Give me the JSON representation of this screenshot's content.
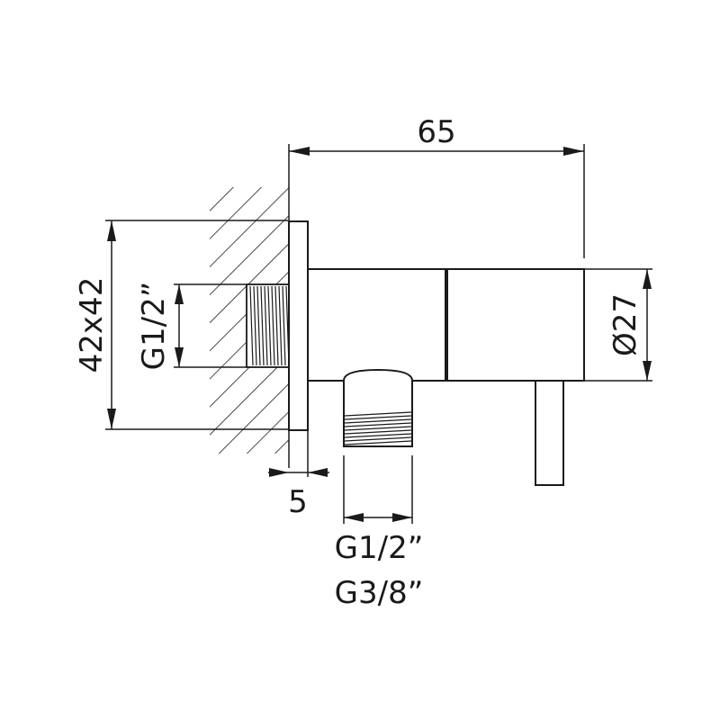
{
  "dimensions": {
    "total_length": "65",
    "wall_plate": "42x42",
    "inlet_thread": "G1/2”",
    "plate_thickness": "5",
    "body_diameter": "Ø27",
    "outlet_thread_primary": "G1/2”",
    "outlet_thread_alt": "G3/8”"
  }
}
